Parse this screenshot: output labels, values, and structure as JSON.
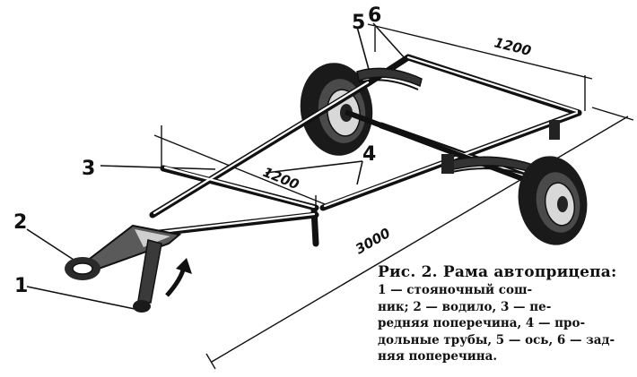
{
  "labels": {
    "n1": "1",
    "n2": "2",
    "n3": "3",
    "n4": "4",
    "n5": "5",
    "n6": "6"
  },
  "dimensions": {
    "rear_width": "1200",
    "front_width": "1200",
    "length": "3000"
  },
  "caption": {
    "title": "Рис. 2. Рама автоприцепа:",
    "lines": [
      "1 — стояночный сош-",
      "ник; 2 — водило, 3 — пе-",
      "редняя поперечина, 4 — про-",
      "дольные трубы, 5 — ось, 6 — зад-",
      "няя поперечина."
    ]
  }
}
